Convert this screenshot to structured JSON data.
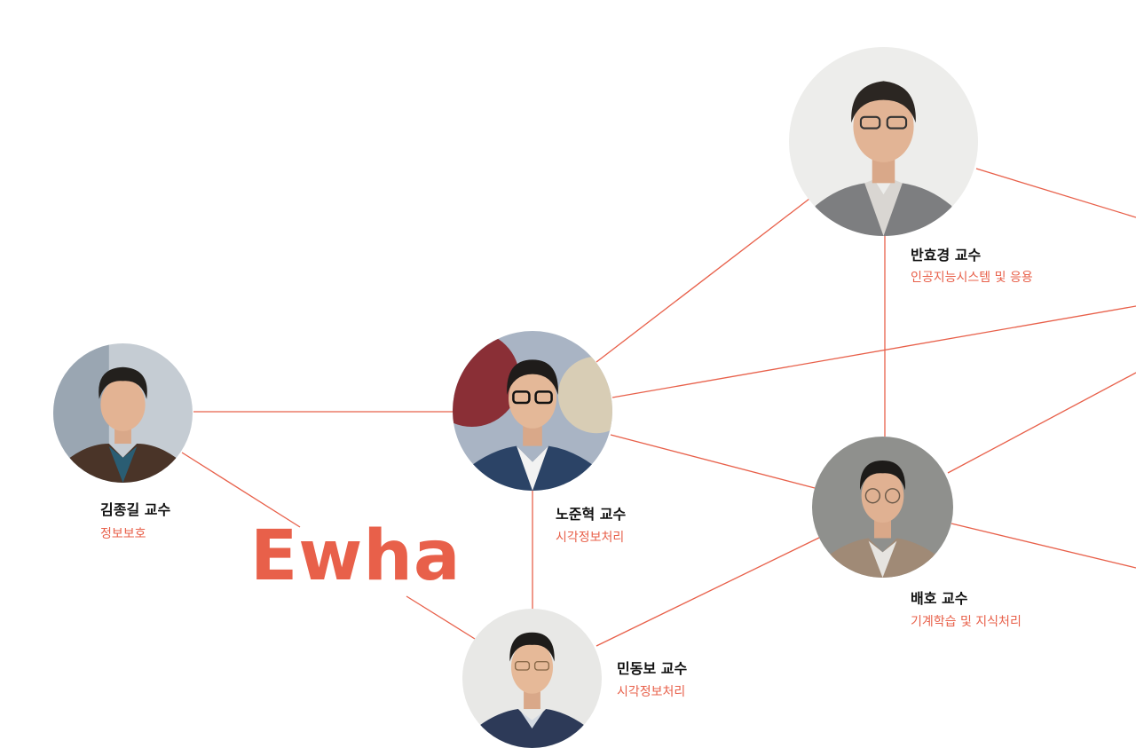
{
  "brand": {
    "text": "Ewha",
    "color": "#e8604a"
  },
  "accent_color": "#e8604a",
  "professors": [
    {
      "id": "ban",
      "name": "반효경 교수",
      "field": "인공지능시스템 및 응용"
    },
    {
      "id": "noh",
      "name": "노준혁 교수",
      "field": "시각정보처리"
    },
    {
      "id": "kim",
      "name": "김종길 교수",
      "field": "정보보호"
    },
    {
      "id": "bae",
      "name": "배호 교수",
      "field": "기계학습 및 지식처리"
    },
    {
      "id": "min",
      "name": "민동보 교수",
      "field": "시각정보처리"
    }
  ]
}
